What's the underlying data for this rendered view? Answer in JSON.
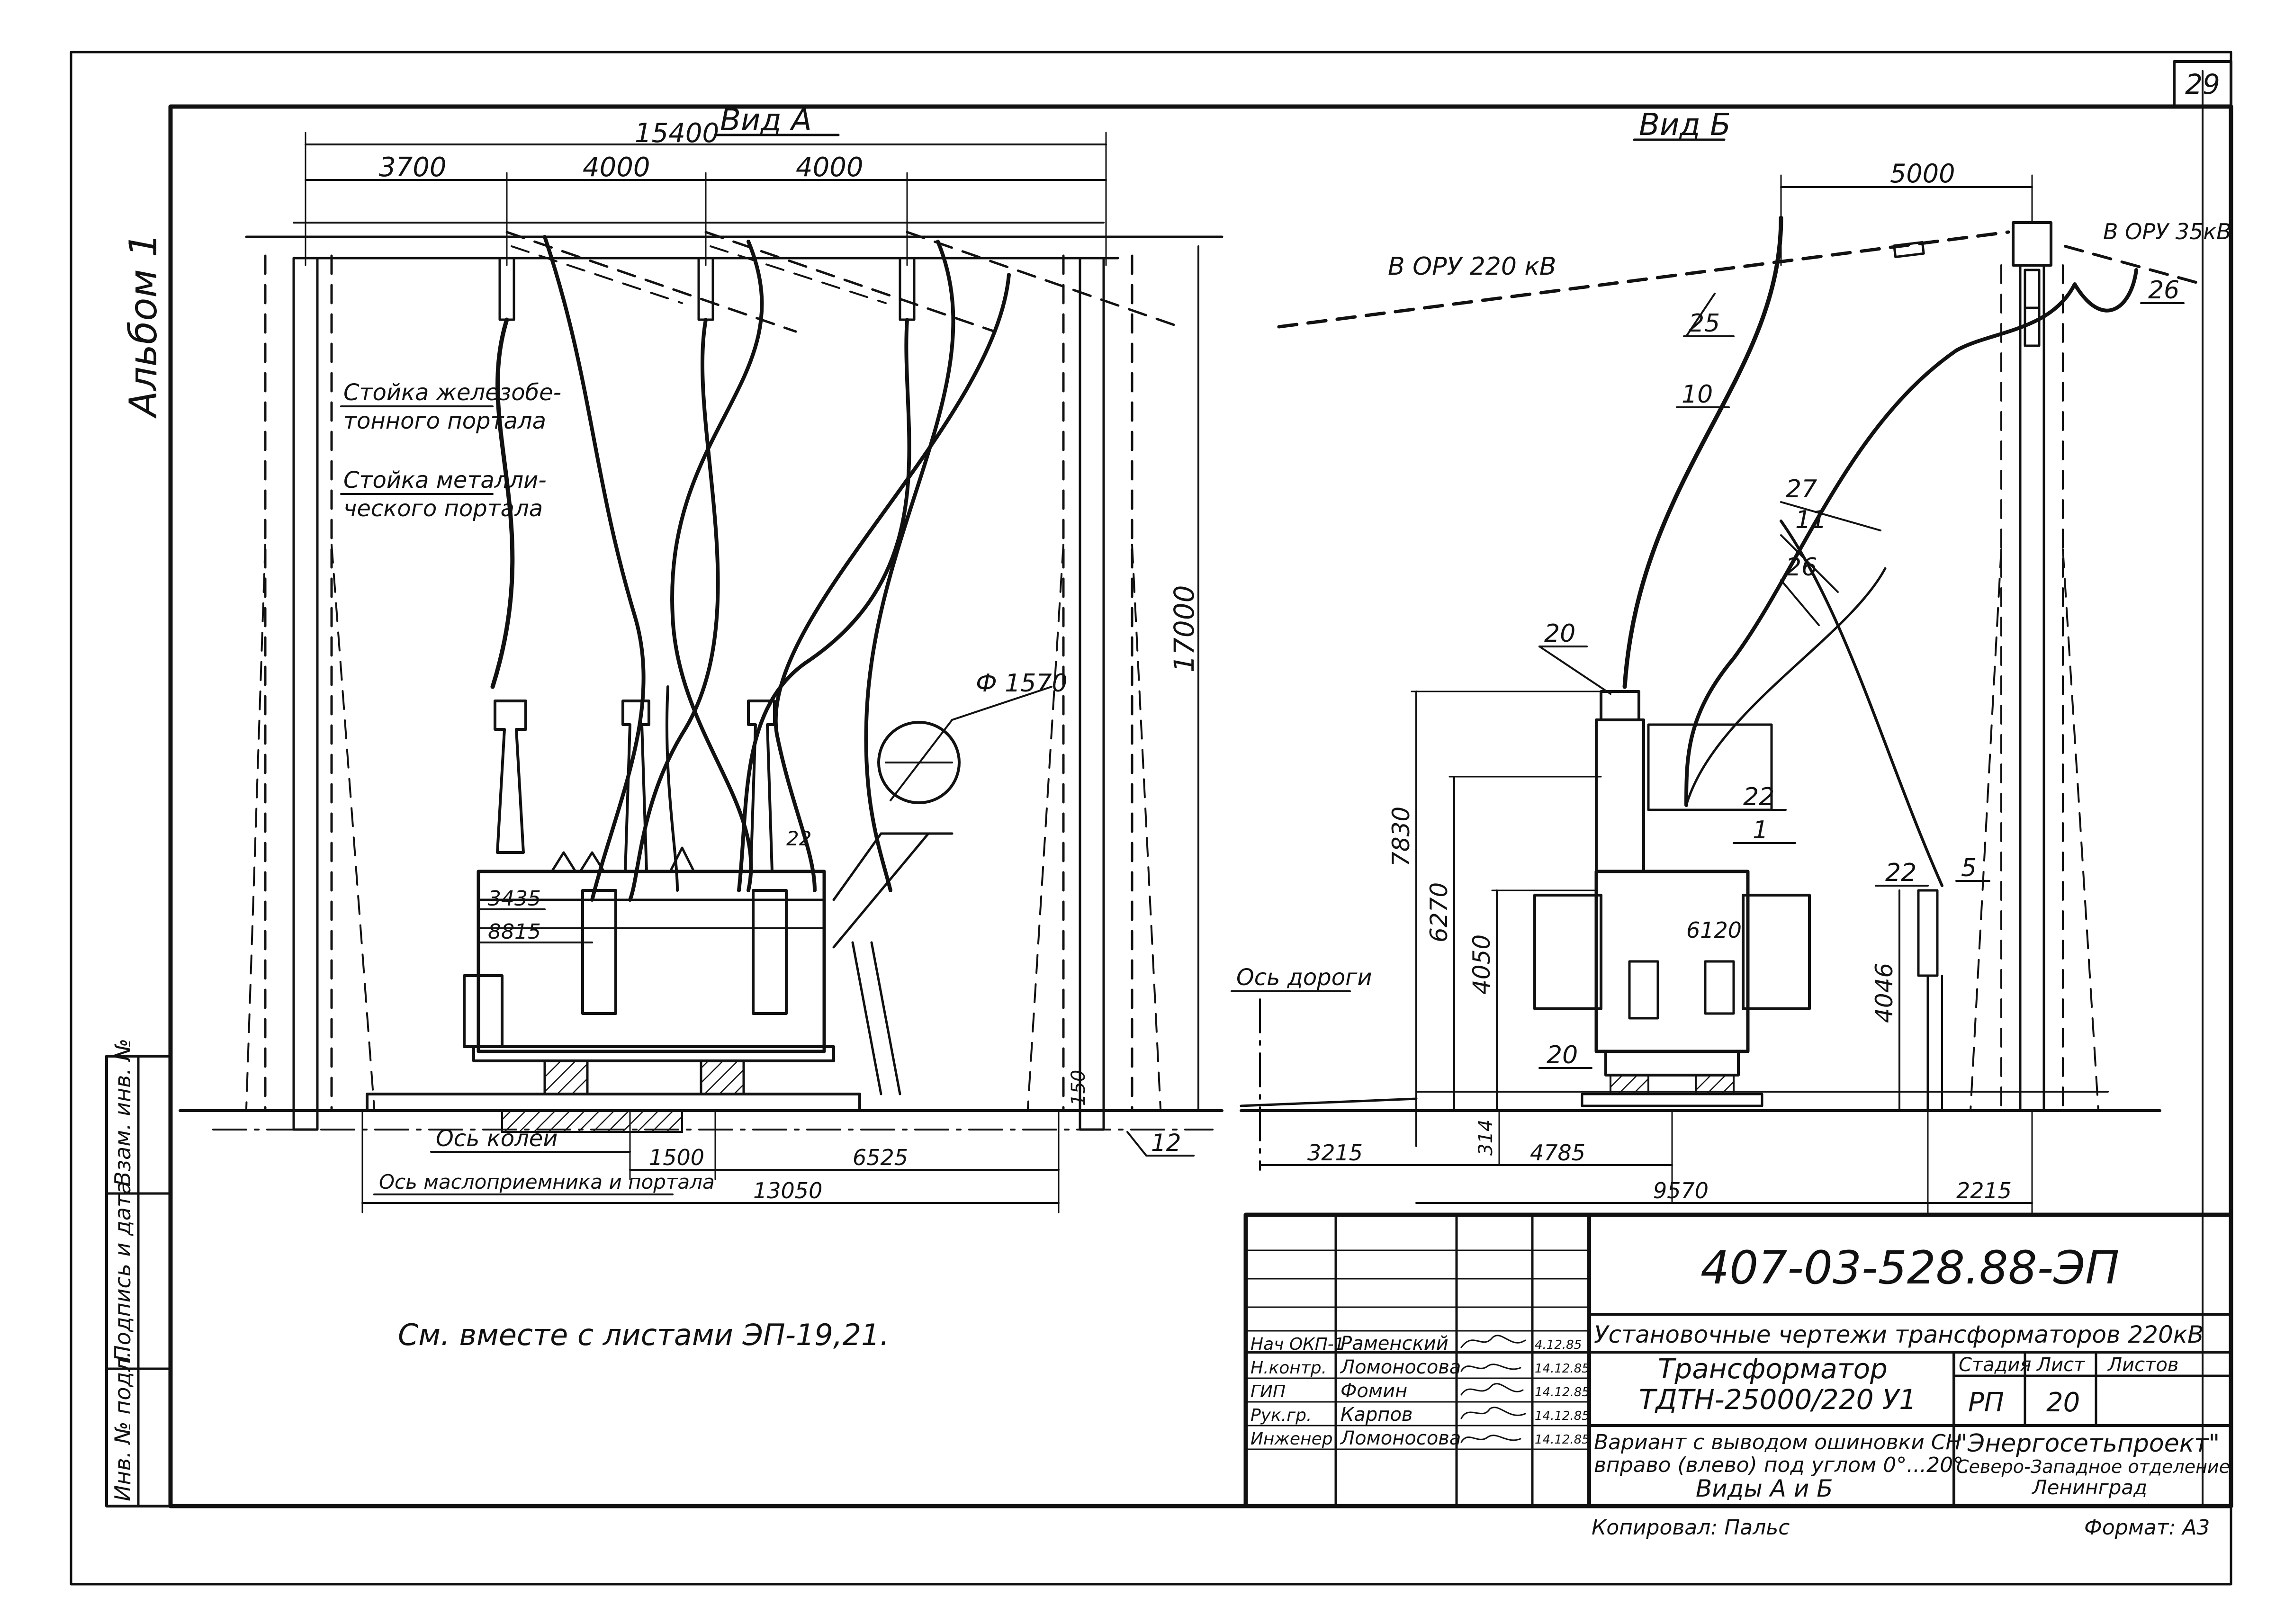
{
  "sheet_number": "29",
  "album_label": "Альбом 1",
  "view_a": {
    "title": "Вид А",
    "dims_top": [
      "15400",
      "3700",
      "4000",
      "4000"
    ],
    "height_dim": "17000",
    "phi": "Ф 1570",
    "labels": {
      "post_concrete_1": "Стойка железобе-",
      "post_concrete_2": "тонного портала",
      "post_metal_1": "Стойка металли-",
      "post_metal_2": "ческого портала",
      "rail_axis": "Ось колеи",
      "receiver_axis": "Ось маслоприемника и портала"
    },
    "dims_small": [
      "3435",
      "8815",
      "22",
      "150"
    ],
    "dims_bottom": [
      "1500",
      "6525",
      "13050"
    ],
    "callout_12": "12"
  },
  "view_b": {
    "title": "Вид Б",
    "dim_top": "5000",
    "to_oru_220": "В ОРУ 220 кВ",
    "to_oru_35": "В ОРУ 35кВ",
    "road_axis": "Ось дороги",
    "callouts": [
      "25",
      "10",
      "26",
      "27",
      "11",
      "26",
      "20",
      "22",
      "1",
      "22",
      "5",
      "20"
    ],
    "dims_vertical": [
      "7830",
      "6270",
      "4050",
      "4046",
      "314"
    ],
    "dim_inner": "6120",
    "dims_bottom": [
      "3215",
      "4785",
      "9570",
      "2215"
    ]
  },
  "note": "См. вместе с листами ЭП-19,21.",
  "left_strip": [
    "Инв. № подл.",
    "Подпись и дата",
    "Взам. инв. №"
  ],
  "title_block": {
    "doc_code": "407-03-528.88-ЭП",
    "project_title": "Установочные чертежи трансформаторов 220кВ",
    "drawing_title_1": "Трансформатор",
    "drawing_title_2": "ТДТН-25000/220 У1",
    "variant_1": "Вариант с выводом ошиновки СН",
    "variant_2": "вправо (влево) под углом 0°...20°.",
    "variant_3": "Виды А и Б",
    "stage_hdr": "Стадия",
    "sheet_hdr": "Лист",
    "sheets_hdr": "Листов",
    "stage": "РП",
    "sheet": "20",
    "org_1": "\"Энергосетьпроект\"",
    "org_2": "Северо-Западное отделение",
    "org_3": "Ленинград",
    "copied": "Копировал: Пальс",
    "format": "Формат: А3",
    "signers": [
      {
        "role": "Нач ОКП-1",
        "name": "Раменский",
        "date": "4.12.85"
      },
      {
        "role": "Н.контр.",
        "name": "Ломоносова",
        "date": "14.12.85"
      },
      {
        "role": "ГИП",
        "name": "Фомин",
        "date": "14.12.85"
      },
      {
        "role": "Рук.гр.",
        "name": "Карпов",
        "date": "14.12.85"
      },
      {
        "role": "Инженер",
        "name": "Ломоносова",
        "date": "14.12.85"
      }
    ]
  }
}
